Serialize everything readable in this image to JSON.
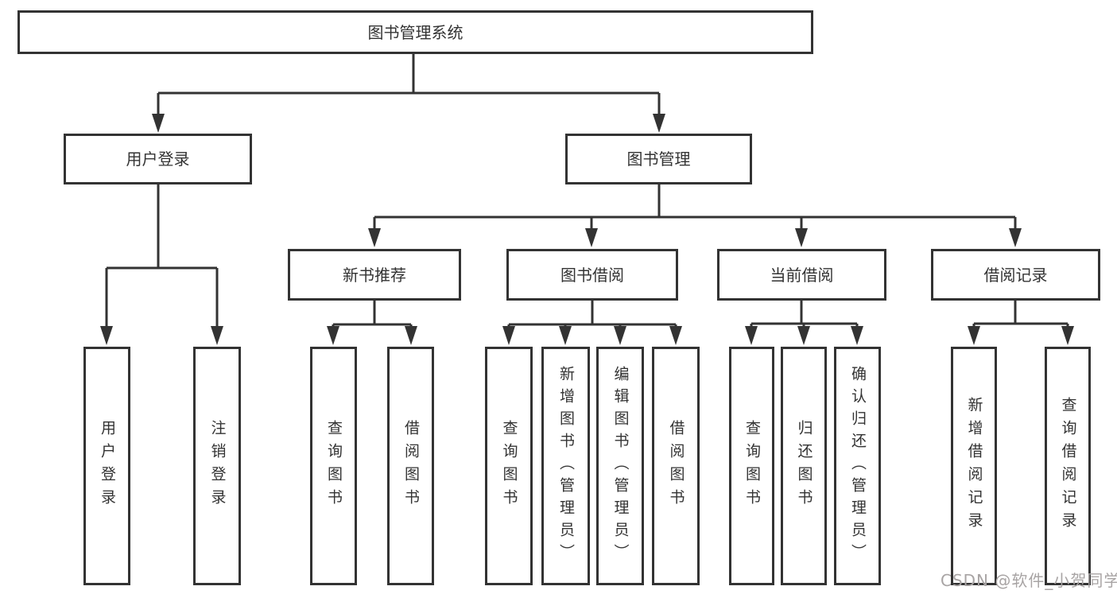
{
  "diagram": {
    "root": "图书管理系统",
    "branches": {
      "user_login": "用户登录",
      "book_mgmt": "图书管理"
    },
    "modules": {
      "new_book_rec": "新书推荐",
      "book_borrow": "图书借阅",
      "current_borrow": "当前借阅",
      "borrow_record": "借阅记录"
    },
    "leaves": {
      "user_login_leaf": "用户登录",
      "logout": "注销登录",
      "query_book_rec": "查询图书",
      "borrow_book_rec": "借阅图书",
      "query_book_borrow": "查询图书",
      "add_book": "新增图书（管理员）",
      "edit_book": "编辑图书（管理员）",
      "borrow_book_2": "借阅图书",
      "query_book_current": "查询图书",
      "return_book": "归还图书",
      "confirm_return": "确认归还（管理员）",
      "add_borrow_record": "新增借阅记录",
      "query_borrow_record": "查询借阅记录"
    }
  },
  "watermark": "CSDN @软件_小贺同学",
  "colors": {
    "line": "#333333",
    "text": "#333333",
    "watermark": "#a8a4a4",
    "background": "#ffffff"
  }
}
